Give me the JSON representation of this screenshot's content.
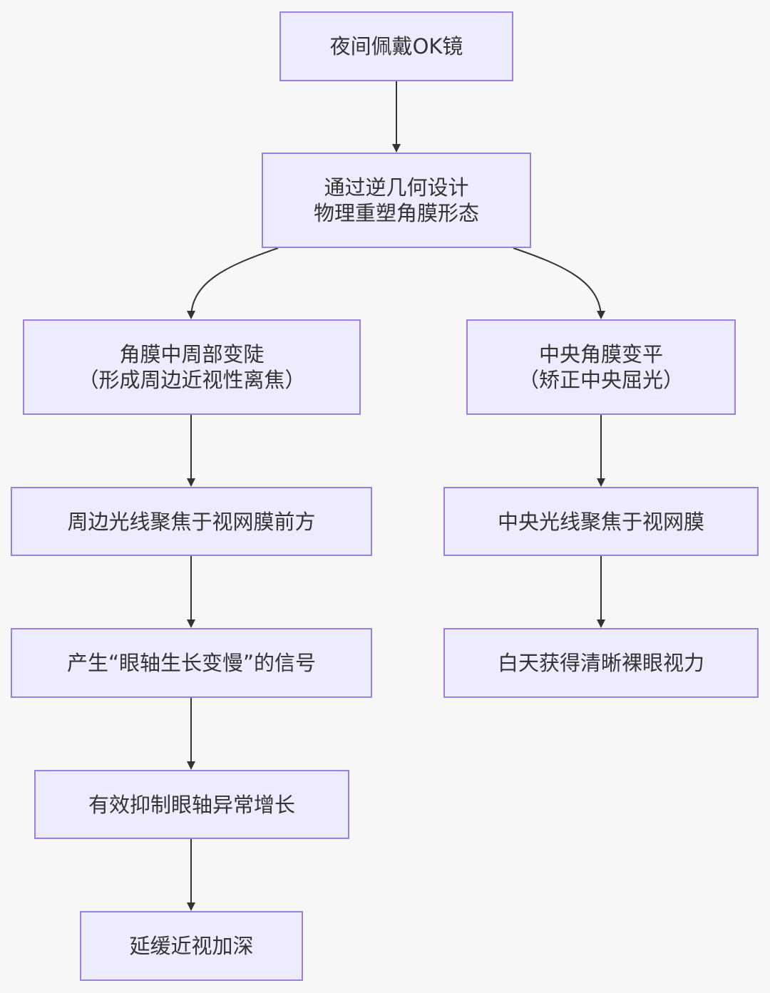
{
  "nodes": {
    "n1": {
      "lines": [
        "夜间佩戴OK镜"
      ]
    },
    "n2": {
      "lines": [
        "通过逆几何设计",
        "物理重塑角膜形态"
      ]
    },
    "n3": {
      "lines": [
        "角膜中周部变陡",
        "（形成周边近视性离焦）"
      ]
    },
    "n4": {
      "lines": [
        "中央角膜变平",
        "（矫正中央屈光）"
      ]
    },
    "n5": {
      "lines": [
        "周边光线聚焦于视网膜前方"
      ]
    },
    "n6": {
      "lines": [
        "中央光线聚焦于视网膜"
      ]
    },
    "n7": {
      "lines": [
        "产生“眼轴生长变慢”的信号"
      ]
    },
    "n8": {
      "lines": [
        "白天获得清晰裸眼视力"
      ]
    },
    "n9": {
      "lines": [
        "有效抑制眼轴异常增长"
      ]
    },
    "n10": {
      "lines": [
        "延缓近视加深"
      ]
    }
  },
  "edges": [
    [
      "n1",
      "n2"
    ],
    [
      "n2",
      "n3"
    ],
    [
      "n2",
      "n4"
    ],
    [
      "n3",
      "n5"
    ],
    [
      "n5",
      "n7"
    ],
    [
      "n7",
      "n9"
    ],
    [
      "n9",
      "n10"
    ],
    [
      "n4",
      "n6"
    ],
    [
      "n6",
      "n8"
    ]
  ],
  "colors": {
    "background": "#f7f7f7",
    "node_fill": "#ececfe",
    "node_border": "#9b7fdf",
    "edge": "#333333",
    "text": "#333333"
  }
}
